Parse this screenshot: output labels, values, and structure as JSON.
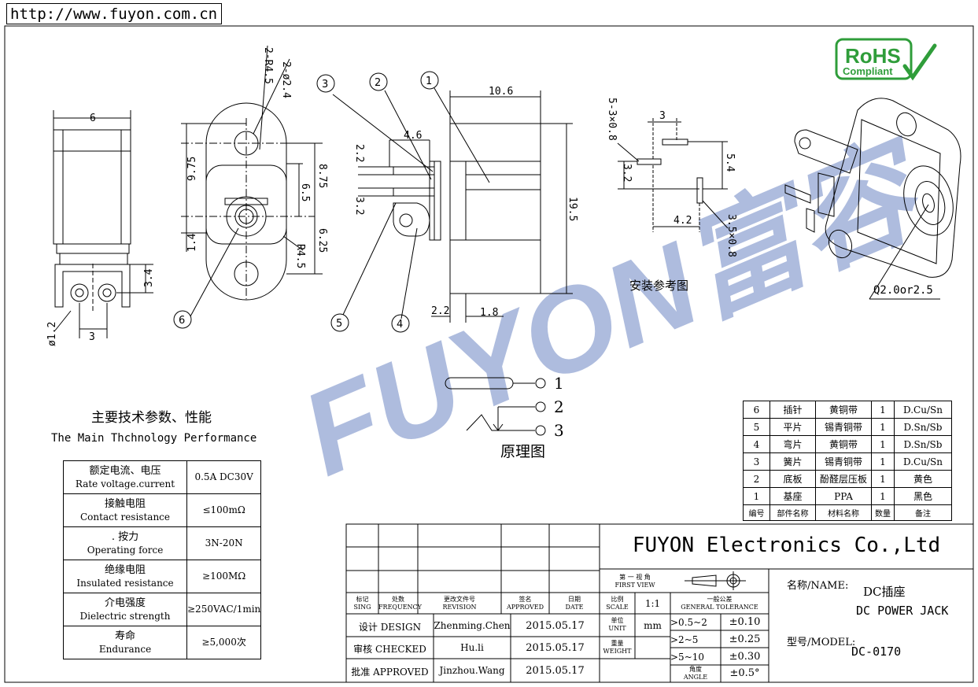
{
  "url": "http://www.fuyon.com.cn",
  "rohs": {
    "line1": "RoHS",
    "line2": "Compliant"
  },
  "watermark": "FUYON富容",
  "dims": {
    "side_width": "6",
    "side_height": "3.4",
    "side_pin_dia": "ø1.2",
    "side_pin_pitch": "3",
    "front_r45_top": "2-R4.5",
    "front_hole": "2-ø2.4",
    "front_975": "9.75",
    "front_875": "8.75",
    "front_65": "6.5",
    "front_14": "1.4",
    "front_625": "6.25",
    "front_r45": "R4.5",
    "mid_46": "4.6",
    "mid_22": "2.2",
    "mid_32": "3.2",
    "body_106": "10.6",
    "body_195": "19.5",
    "body_22b": "2.2",
    "body_18": "1.8",
    "mount_3": "3",
    "mount_slot_top": "5-3×0.8",
    "mount_32": "3.2",
    "mount_54": "5.4",
    "mount_42": "4.2",
    "mount_slot_bot": "3.5×0.8"
  },
  "balloons": [
    "1",
    "2",
    "3",
    "4",
    "5",
    "6"
  ],
  "mount_caption": "安装参考图",
  "pin_option": "Q2.0or2.5",
  "schematic": {
    "pins": [
      "1",
      "2",
      "3"
    ],
    "caption": "原理图"
  },
  "spec_title_cn": "主要技术参数、性能",
  "spec_title_en": "The Main Thchnology Performance",
  "specs": [
    {
      "cn": "额定电流、电压",
      "en": "Rate voltage.current",
      "value": "0.5A DC30V"
    },
    {
      "cn": "接触电阻",
      "en": "Contact resistance",
      "value": "≤100mΩ"
    },
    {
      "cn": ". 按力",
      "en": "Operating force",
      "value": "3N-20N"
    },
    {
      "cn": "绝缘电阻",
      "en": "Insulated resistance",
      "value": "≥100MΩ"
    },
    {
      "cn": "介电强度",
      "en": "Dielectric strength",
      "value": "≥250VAC/1min"
    },
    {
      "cn": "寿命",
      "en": "Endurance",
      "value": "≥5,000次"
    }
  ],
  "parts": {
    "rows": [
      [
        "6",
        "插针",
        "黄铜带",
        "1",
        "D.Cu/Sn"
      ],
      [
        "5",
        "平片",
        "锡青铜带",
        "1",
        "D.Sn/Sb"
      ],
      [
        "4",
        "弯片",
        "黄铜带",
        "1",
        "D.Sn/Sb"
      ],
      [
        "3",
        "簧片",
        "锡青铜带",
        "1",
        "D.Cu/Sn"
      ],
      [
        "2",
        "底板",
        "酚醛层压板",
        "1",
        "黄色"
      ],
      [
        "1",
        "基座",
        "PPA",
        "1",
        "黑色"
      ]
    ],
    "header": [
      "编号",
      "部件名称",
      "材料名称",
      "数量",
      "备注"
    ]
  },
  "title_block": {
    "company": "FUYON Electronics Co.,Ltd",
    "rev_headers": [
      {
        "cn": "标记",
        "en": "SING"
      },
      {
        "cn": "处数",
        "en": "FREQUENCY"
      },
      {
        "cn": "更改文件号",
        "en": "REVISION"
      },
      {
        "cn": "签名",
        "en": "APPROVED"
      },
      {
        "cn": "日期",
        "en": "DATE"
      }
    ],
    "view_cn": "第 一 视 角",
    "view_en": "FIRST VIEW",
    "scale_cn": "比例",
    "scale_en": "SCALE",
    "scale_value": "1:1",
    "unit_cn": "单位",
    "unit_en": "UNIT",
    "unit_value": "mm",
    "weight_cn": "重量",
    "weight_en": "WEIGHT",
    "tol_cn": "一般公差",
    "tol_en": "GENERAL TOLERANCE",
    "tolerances": [
      {
        "range": ">0.5~2",
        "value": "±0.10"
      },
      {
        "range": ">2~5",
        "value": "±0.25"
      },
      {
        "range": ">5~10",
        "value": "±0.30"
      }
    ],
    "angle_cn": "角度",
    "angle_en": "ANGLE",
    "angle_value": "±0.5°",
    "roles": [
      {
        "label": "设计 DESIGN",
        "name": "Zhenming.Chen",
        "date": "2015.05.17"
      },
      {
        "label": "审核 CHECKED",
        "name": "Hu.li",
        "date": "2015.05.17"
      },
      {
        "label": "批准 APPROVED",
        "name": "Jinzhou.Wang",
        "date": "2015.05.17"
      }
    ],
    "name_label": "名称/NAME:",
    "name_cn": "DC插座",
    "name_en": "DC POWER JACK",
    "model_label": "型号/MODEL:",
    "model_value": "DC-0170"
  }
}
